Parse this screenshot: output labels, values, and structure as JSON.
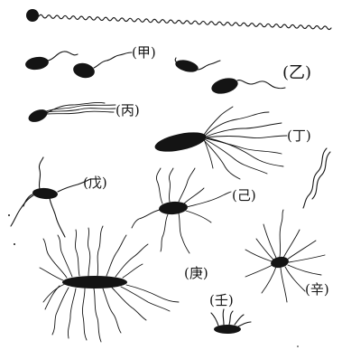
{
  "figure": {
    "ink_color": "#141414",
    "paper_color": "#ffffff",
    "labels": {
      "jia": "(甲)",
      "yi": "(乙)",
      "bing": "(丙)",
      "ding": "(丁)",
      "wu": "(戊)",
      "ji": "(己)",
      "geng": "(庚)",
      "xin": "(辛)",
      "ren": "(壬)"
    }
  }
}
